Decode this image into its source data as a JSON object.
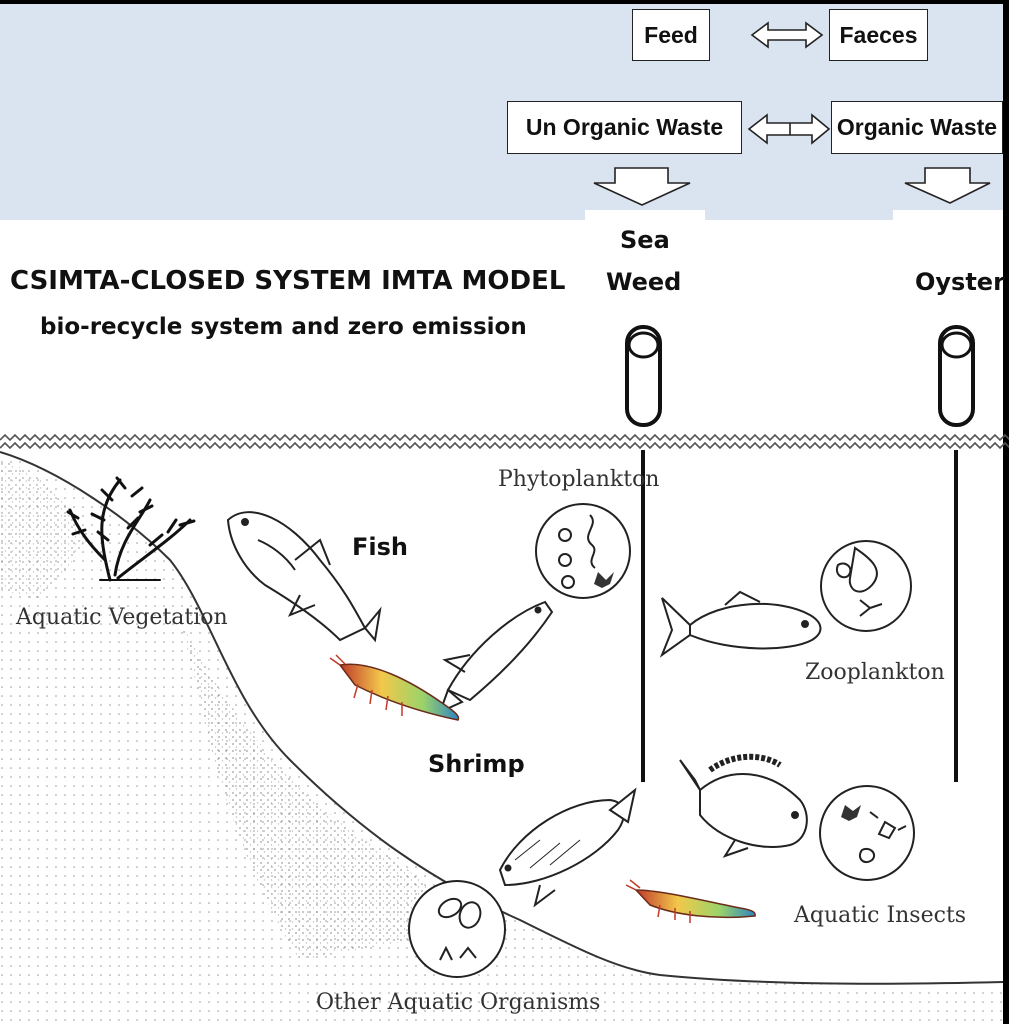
{
  "flow": {
    "feed": "Feed",
    "faeces": "Faeces",
    "inorganic_waste": "Un Organic Waste",
    "organic_waste": "Organic Waste"
  },
  "title": "CSIMTA-CLOSED SYSTEM IMTA MODEL",
  "subtitle": "bio-recycle system and zero emission",
  "species": {
    "seaweed_line1": "Sea",
    "seaweed_line2": "Weed",
    "oyster": "Oyster",
    "fish": "Fish",
    "shrimp": "Shrimp"
  },
  "organisms": {
    "phytoplankton": "Phytoplankton",
    "zooplankton": "Zooplankton",
    "aquatic_vegetation": "Aquatic Vegetation",
    "aquatic_insects": "Aquatic Insects",
    "other_aquatic_organisms": "Other Aquatic Organisms"
  },
  "colors": {
    "banner": "#dae3f0",
    "shrimp_body": "#f2c84a",
    "shrimp_accent": "#c0392b",
    "shrimp_tail": "#2e86c1"
  }
}
